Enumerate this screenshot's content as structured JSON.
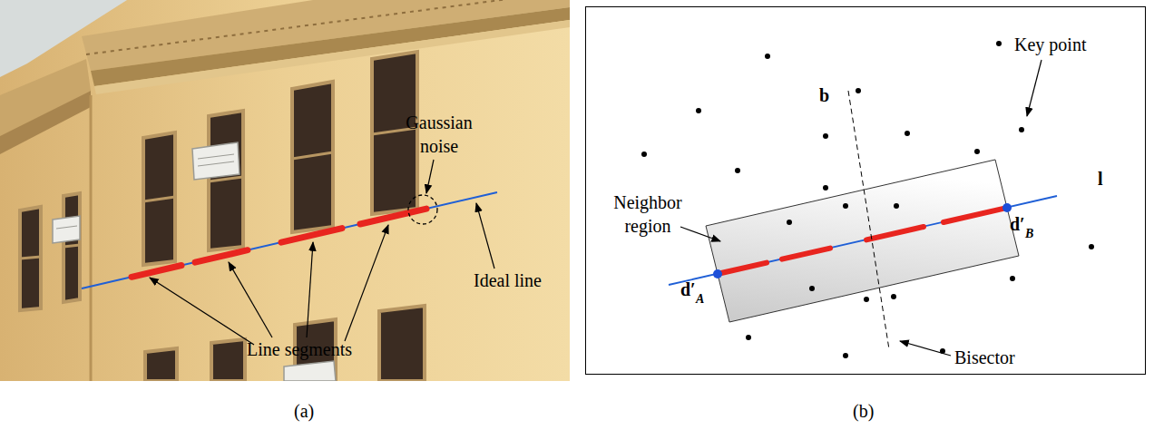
{
  "diagram": {
    "labels": [
      "Gaussian noise",
      "Ideal line",
      "Line segments",
      "(a)",
      "Key point",
      "b",
      "l",
      "Neighbor region",
      "d′",
      "B",
      "d′",
      "A",
      "Bisector",
      "(b)"
    ]
  }
}
